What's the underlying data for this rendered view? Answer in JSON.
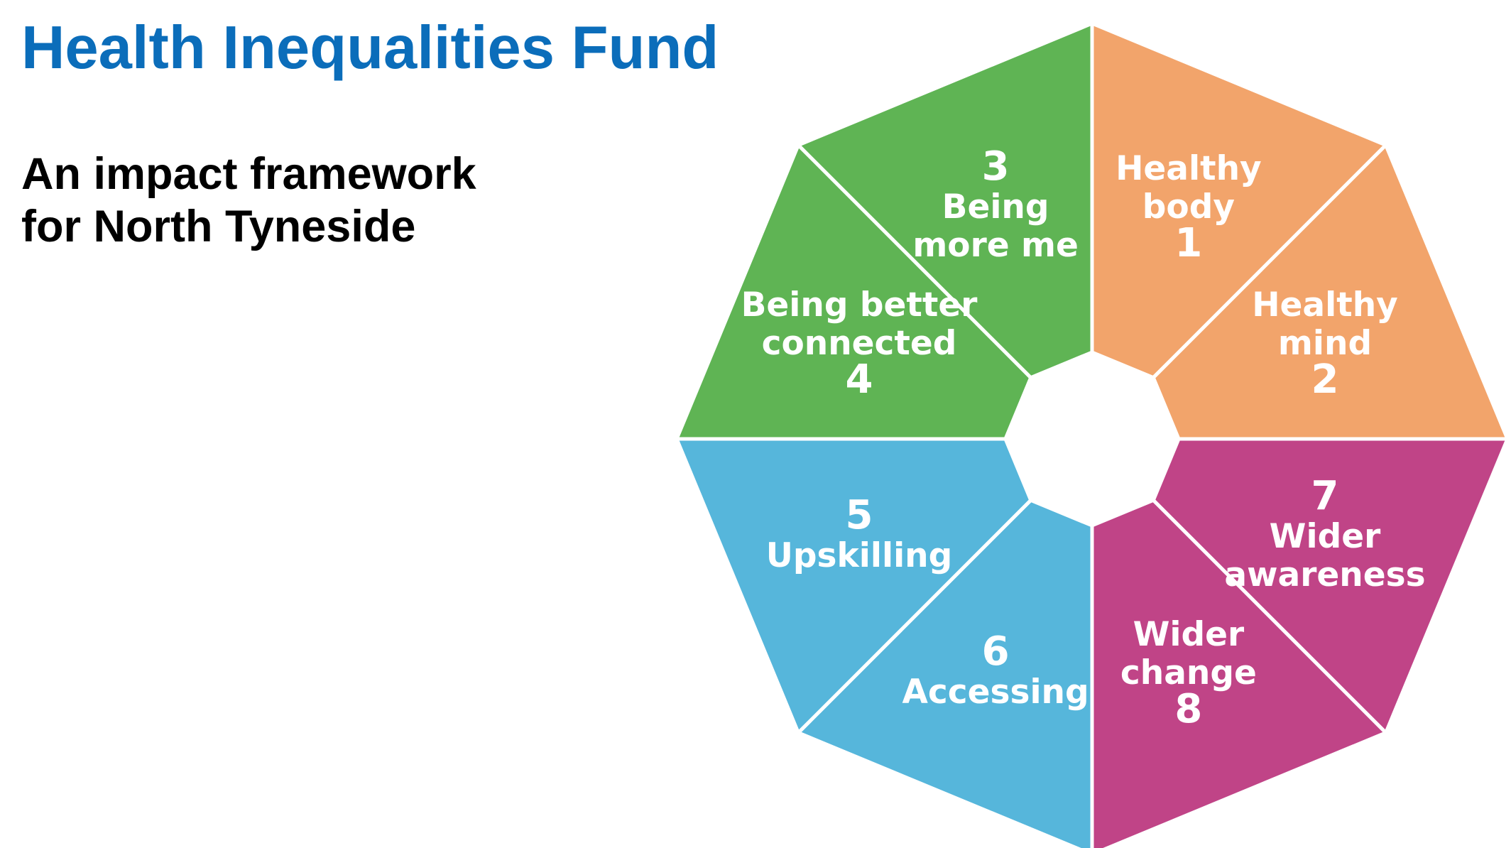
{
  "title": "Health Inequalities Fund",
  "subtitle_lines": [
    "An impact framework",
    "for North Tyneside"
  ],
  "colors": {
    "title": "#0b6dba",
    "orange": "#f2a46b",
    "purple": "#c04487",
    "blue": "#56b6db",
    "green": "#5fb454",
    "divider": "#ffffff"
  },
  "segments": [
    {
      "number": "1",
      "words": [
        "Healthy",
        "body"
      ],
      "number_position": "bottom",
      "color_key": "orange"
    },
    {
      "number": "2",
      "words": [
        "Healthy",
        "mind"
      ],
      "number_position": "bottom",
      "color_key": "orange"
    },
    {
      "number": "7",
      "words": [
        "Wider",
        "awareness"
      ],
      "number_position": "top",
      "color_key": "purple"
    },
    {
      "number": "8",
      "words": [
        "Wider",
        "change"
      ],
      "number_position": "bottom",
      "color_key": "purple"
    },
    {
      "number": "6",
      "words": [
        "Accessing"
      ],
      "number_position": "top",
      "color_key": "blue"
    },
    {
      "number": "5",
      "words": [
        "Upskilling"
      ],
      "number_position": "top",
      "color_key": "blue"
    },
    {
      "number": "4",
      "words": [
        "Being better",
        "connected"
      ],
      "number_position": "bottom",
      "color_key": "green"
    },
    {
      "number": "3",
      "words": [
        "Being",
        "more me"
      ],
      "number_position": "top",
      "color_key": "green"
    }
  ]
}
